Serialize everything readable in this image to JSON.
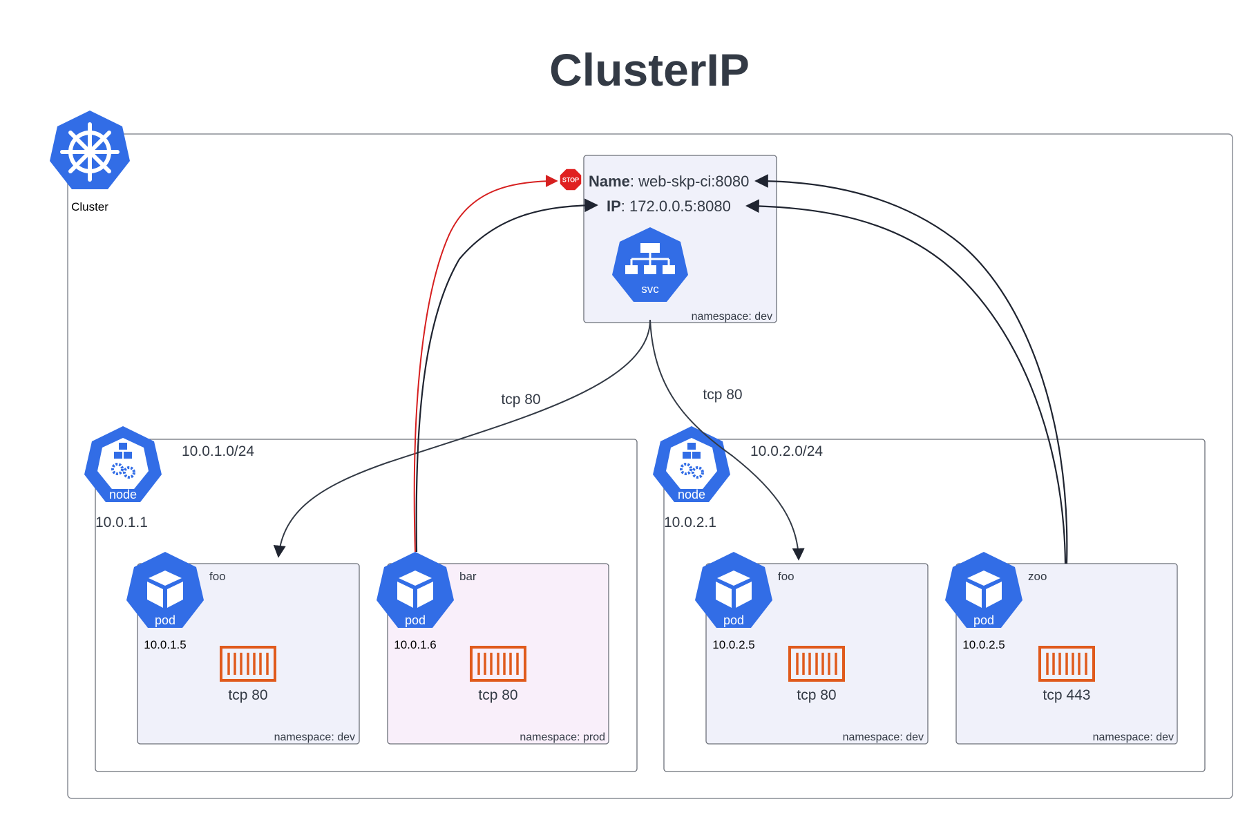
{
  "title": "ClusterIP",
  "cluster": {
    "label": "Cluster",
    "icon": "kubernetes-helm-icon"
  },
  "service": {
    "name_label": "Name",
    "name_value": ": web-skp-ci:8080",
    "ip_label": "IP",
    "ip_value": ": 172.0.0.5:8080",
    "icon_label": "svc",
    "icon": "service-network-icon",
    "namespace": "namespace: dev",
    "stop_icon_text": "STOP"
  },
  "edges": {
    "left_label": "tcp 80",
    "right_label": "tcp 80"
  },
  "nodes": [
    {
      "cidr": "10.0.1.0/24",
      "ip": "10.0.1.1",
      "icon_label": "node",
      "pods": [
        {
          "name": "foo",
          "ip": "10.0.1.5",
          "icon_label": "pod",
          "port": "tcp 80",
          "namespace": "namespace: dev",
          "fill": "#f0f1fa"
        },
        {
          "name": "bar",
          "ip": "10.0.1.6",
          "icon_label": "pod",
          "port": "tcp 80",
          "namespace": "namespace: prod",
          "fill": "#f9effa"
        }
      ]
    },
    {
      "cidr": "10.0.2.0/24",
      "ip": "10.0.2.1",
      "icon_label": "node",
      "pods": [
        {
          "name": "foo",
          "ip": "10.0.2.5",
          "icon_label": "pod",
          "port": "tcp 80",
          "namespace": "namespace: dev",
          "fill": "#f0f1fa"
        },
        {
          "name": "zoo",
          "ip": "10.0.2.5",
          "icon_label": "pod",
          "port": "tcp 443",
          "namespace": "namespace: dev",
          "fill": "#f0f1fa"
        }
      ]
    }
  ],
  "colors": {
    "k8s_blue": "#326de6",
    "container_orange": "#e05a1c",
    "stop_red": "#e02020",
    "edge_dark": "#1f2430",
    "edge_red": "#d61f1f",
    "box_stroke": "#6b6f78",
    "text": "#333a45"
  }
}
